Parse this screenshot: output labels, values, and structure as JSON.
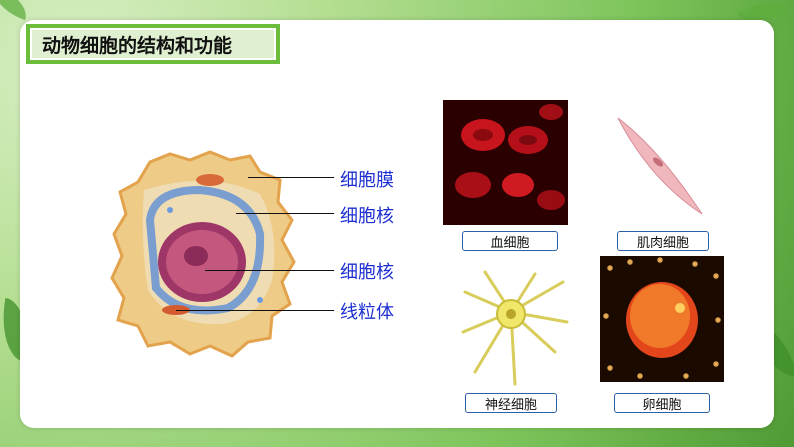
{
  "title": "动物细胞的结构和功能",
  "labels": {
    "membrane": "细胞膜",
    "nucleus1": "细胞核",
    "nucleus2": "细胞核",
    "mitochondria": "线粒体"
  },
  "captions": {
    "red_blood_cell": "血细胞",
    "muscle_cell": "肌肉细胞",
    "nerve_cell": "神经细胞",
    "egg_cell": "卵细胞"
  },
  "colors": {
    "label_text": "#1c2fd0",
    "title_bg": "#6dbd3d",
    "caption_border": "#2b5fa8"
  }
}
